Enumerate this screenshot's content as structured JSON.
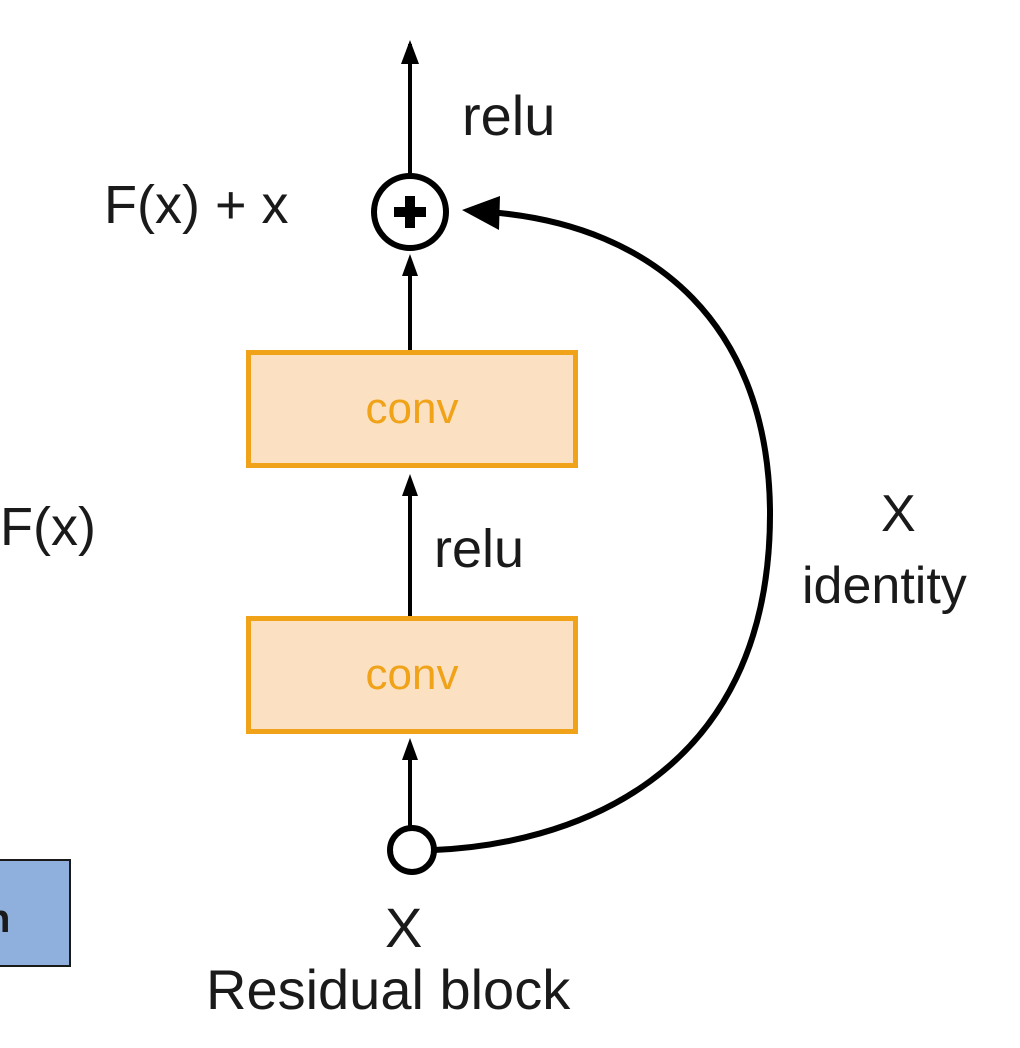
{
  "labels": {
    "top_relu": "relu",
    "sum": "F(x) + x",
    "fx": "F(x)",
    "mid_relu": "relu",
    "skip_x": "X",
    "identity": "identity",
    "input_x": "X",
    "caption": "Residual block"
  },
  "blocks": [
    {
      "label": "conv"
    },
    {
      "label": "conv"
    }
  ],
  "partial_box_text": "n",
  "colors": {
    "conv_fill": "#fbe1c2",
    "conv_border": "#f0a219",
    "conv_text": "#f0a219",
    "line": "#000000",
    "partial_box_fill": "#8fb0dd"
  },
  "icons": {
    "sum_node": "plus-circle-icon",
    "input_node": "open-circle-icon"
  }
}
